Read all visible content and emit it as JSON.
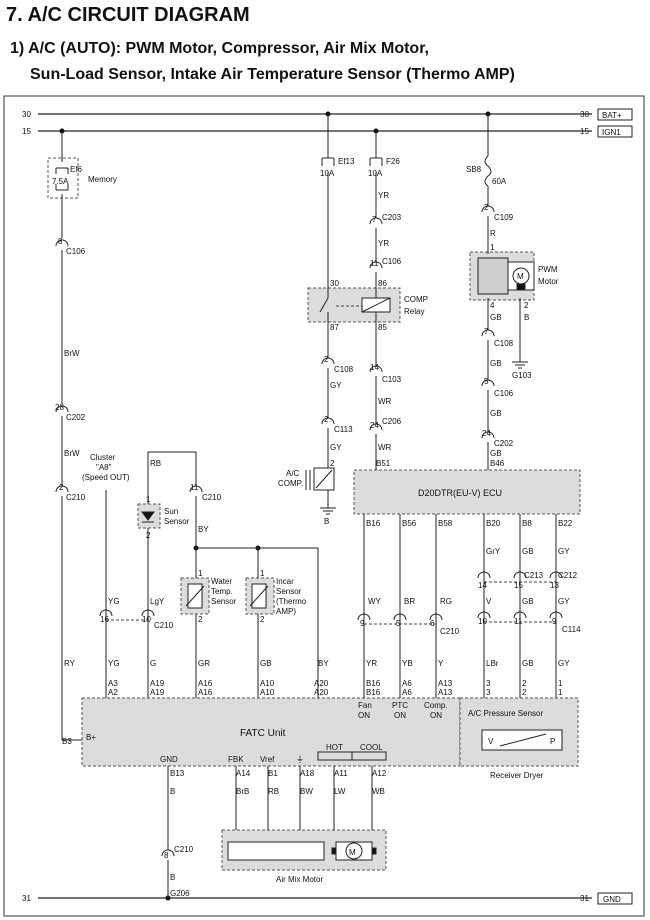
{
  "page": {
    "heading": "7. A/C CIRCUIT DIAGRAM",
    "subheading_line1": "1) A/C (AUTO): PWM Motor, Compressor, Air Mix Motor,",
    "subheading_line2": "Sun-Load Sensor, Intake Air Temperature Sensor (Thermo AMP)"
  },
  "rails": {
    "r30": "30",
    "r15": "15",
    "r31": "31",
    "bat": "BAT+",
    "ign": "IGN1",
    "gnd": "GND"
  },
  "fuses": {
    "ef6": "Ef6",
    "ef6_rating": "7.5A",
    "memory": "Memory",
    "ef13": "Ef13",
    "ef13_rating": "10A",
    "f26": "F26",
    "f26_rating": "10A",
    "sb8": "SB8",
    "sb8_rating": "60A"
  },
  "connectors": {
    "c106": "C106",
    "c202": "C202",
    "c210": "C210",
    "c203": "C203",
    "c108": "C108",
    "c103": "C103",
    "c206": "C206",
    "c113": "C113",
    "c109": "C109",
    "c213": "C213",
    "c212": "C212",
    "c114": "C114",
    "g103": "G103",
    "g206": "G206",
    "b_ground": "B"
  },
  "pins": {
    "p8": "8",
    "p28": "28",
    "p2": "2",
    "p7": "7",
    "p11": "11",
    "p14": "14",
    "p24": "24",
    "p1": "1",
    "p4": "4",
    "p5": "5",
    "p16": "16",
    "p10": "10",
    "p9": "9",
    "p6": "6",
    "p3": "3",
    "p13": "13",
    "p15": "15",
    "p30": "30",
    "p86": "86",
    "p87": "87",
    "p85": "85"
  },
  "wires": {
    "yr": "YR",
    "gy": "GY",
    "wr": "WR",
    "r": "R",
    "gb": "GB",
    "b": "B",
    "brw": "BrW",
    "rb": "RB",
    "by": "BY",
    "yg": "YG",
    "lgy": "LgY",
    "ry": "RY",
    "g": "G",
    "gr": "GR",
    "wy": "WY",
    "br": "BR",
    "rg": "RG",
    "yb": "YB",
    "y": "Y",
    "gry": "GrY",
    "v": "V",
    "lbr": "LBr",
    "brb": "BrB",
    "bw": "BW",
    "lw": "LW",
    "wb": "WB"
  },
  "components": {
    "comp_relay": "COMP",
    "comp_relay2": "Relay",
    "pwm_motor": "PWM",
    "pwm_motor2": "Motor",
    "ac_comp": "A/C",
    "ac_comp2": "COMP.",
    "ecu": "D20DTR(EU-V) ECU",
    "cluster": "Cluster",
    "cluster2": "\"A8\"",
    "cluster3": "(Speed OUT)",
    "sun": "Sun",
    "sun2": "Sensor",
    "water": "Water",
    "water2": "Temp.",
    "water3": "Sensor",
    "incar": "Incar",
    "incar2": "Sensor",
    "incar3": "(Thermo",
    "incar4": "AMP)",
    "fatc": "FATC Unit",
    "ac_pressure": "A/C Pressure Sensor",
    "receiver_dryer": "Receiver Dryer",
    "air_mix_motor": "Air Mix Motor",
    "motor_symbol": "M"
  },
  "ecu_pins": {
    "b51": "B51",
    "b46": "B46",
    "b16": "B16",
    "b56": "B56",
    "b58": "B58",
    "b20": "B20",
    "b8": "B8",
    "b22": "B22"
  },
  "fatc_pins": {
    "a3": "A3",
    "a2": "A2",
    "a19": "A19",
    "a16": "A16",
    "a10": "A10",
    "a20": "A20",
    "b16": "B16",
    "a6": "A6",
    "a13": "A13",
    "b3": "B3",
    "bplus": "B+",
    "gnd": "GND",
    "b13": "B13",
    "fbk": "FBK",
    "vref": "Vref",
    "ground_sym": "⏚",
    "hot": "HOT",
    "cool": "COOL",
    "a14": "A14",
    "b1": "B1",
    "a18": "A18",
    "a11": "A11",
    "a12": "A12",
    "fan_on1": "Fan",
    "fan_on2": "ON",
    "ptc_on1": "PTC",
    "ptc_on2": "ON",
    "comp_on1": "Comp.",
    "comp_on2": "ON"
  },
  "sensor_pins": {
    "v": "V",
    "p": "P"
  }
}
